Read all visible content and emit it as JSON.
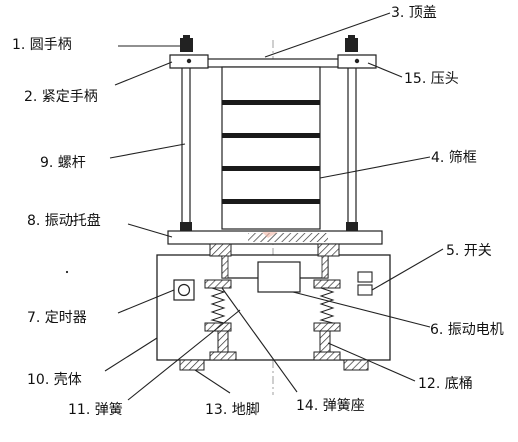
{
  "labels": {
    "l1": "1. 圆手柄",
    "l2": "2. 紧定手柄",
    "l3": "3. 顶盖",
    "l4": "4. 筛框",
    "l5": "5. 开关",
    "l6": "6. 振动电机",
    "l7": "7. 定时器",
    "l8": "8. 振动托盘",
    "l9": "9. 螺杆",
    "l10": "10. 壳体",
    "l11": "11. 弹簧",
    "l12": "12. 底桶",
    "l13": "13. 地脚",
    "l14": "14. 弹簧座",
    "l15": "15. 压头"
  }
}
